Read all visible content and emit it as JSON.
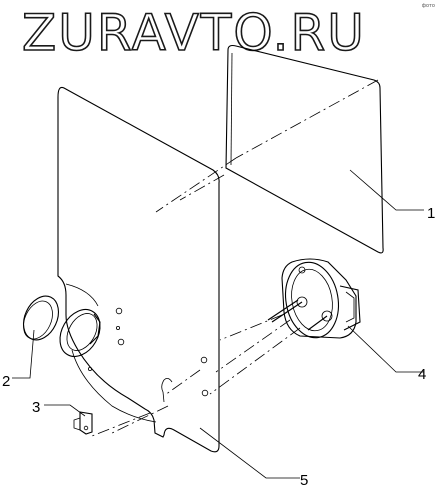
{
  "watermark": {
    "text": "ZURAVTO.RU"
  },
  "corner_mark": "фото",
  "callouts": [
    {
      "id": "1",
      "label": "1"
    },
    {
      "id": "2",
      "label": "2"
    },
    {
      "id": "3",
      "label": "3"
    },
    {
      "id": "4",
      "label": "4"
    },
    {
      "id": "5",
      "label": "5"
    }
  ]
}
